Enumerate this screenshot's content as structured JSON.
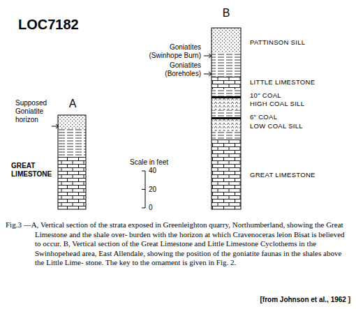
{
  "diagram": {
    "title": "LOC7182",
    "caption": "Fig.3 —A, Vertical section of the strata exposed in Greenleighton quarry, Northumberland, showing the Great Limestone and the shale over- burden with the horizon at which Cravenoceras leion Bisat is believed to occur. B, Vertical section of the Great Limestone and Little Limestone Cyclothems in the Swinhopehead area, East Allendale, showing the position of the goniatite faunas in the shales above the Little Lime- stone. The key to the ornament is given in Fig. 2.",
    "labels": [
      "A",
      "Supposed Goniatite horizon",
      "GREAT LIMESTONE",
      "Scale in feet",
      "40",
      "20",
      "0",
      "B",
      "PATTINSON SILL",
      "Goniatites (Swinhope Burn)",
      "Goniatites (Boreholes)",
      "LITTLE LIMESTONE",
      "10\" COAL",
      "HIGH COAL SILL",
      "6\" COAL",
      "LOW COAL SILL",
      "GREAT LIMESTONE",
      "[from Johnson et al., 1962 ]"
    ]
  }
}
